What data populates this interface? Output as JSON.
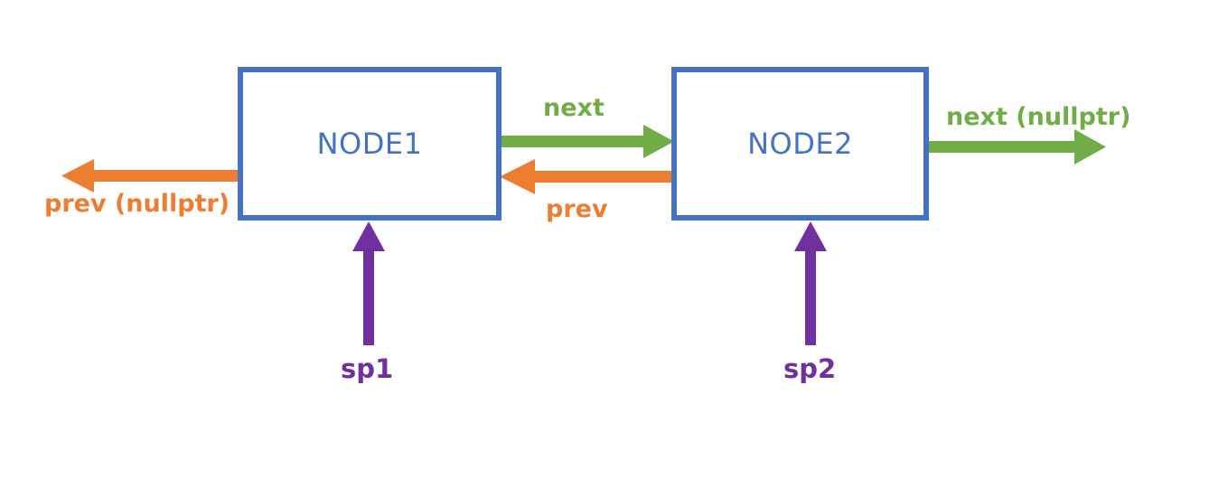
{
  "diagram": {
    "title": "Doubly linked list two-node pointer diagram",
    "colors": {
      "node_border": "#4472c4",
      "node_text": "#4472c4",
      "next_arrow": "#70ad47",
      "prev_arrow": "#ed7d31",
      "sp_arrow": "#7030a0",
      "background": "#ffffff"
    },
    "nodes": [
      {
        "id": "node1",
        "label": "NODE1"
      },
      {
        "id": "node2",
        "label": "NODE2"
      }
    ],
    "edges": [
      {
        "id": "next-1-to-2",
        "label": "next",
        "color": "#70ad47",
        "direction": "right"
      },
      {
        "id": "prev-2-to-1",
        "label": "prev",
        "color": "#ed7d31",
        "direction": "left"
      },
      {
        "id": "prev-1-null",
        "label": "prev (nullptr)",
        "color": "#ed7d31",
        "direction": "left"
      },
      {
        "id": "next-2-null",
        "label": "next (nullptr)",
        "color": "#70ad47",
        "direction": "right"
      }
    ],
    "pointers": [
      {
        "id": "sp1",
        "label": "sp1",
        "color": "#7030a0",
        "target": "node1"
      },
      {
        "id": "sp2",
        "label": "sp2",
        "color": "#7030a0",
        "target": "node2"
      }
    ]
  }
}
